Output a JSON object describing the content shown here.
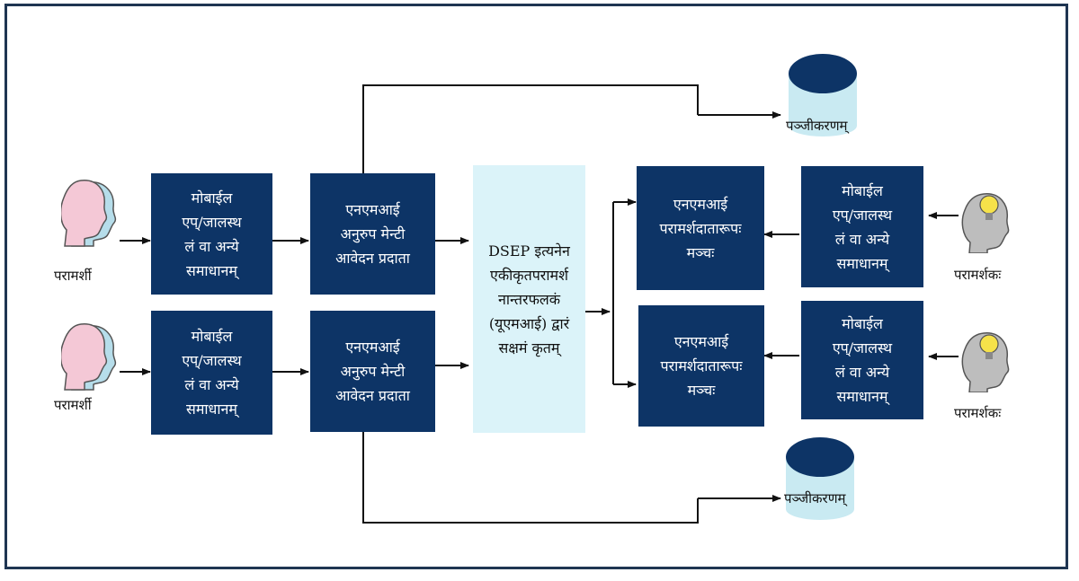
{
  "mentee_label": "परामर्शी",
  "mentor_label": "परामर्शकः",
  "registration_label": "पञ्जीकरणम्",
  "mobile_app_lines": [
    "मोबाईल",
    "एप्/जालस्थ",
    "लं वा अन्ये",
    "समाधानम्"
  ],
  "nmi_mentee_lines": [
    "एनएमआई",
    "अनुरुप मेन्टी",
    "आवेदन प्रदाता"
  ],
  "nmi_mentor_lines": [
    "एनएमआई",
    "परामर्शदातारूपः",
    "मञ्चः"
  ],
  "dsep_lines": [
    "DSEP इत्यनेन",
    "एकीकृतपरामर्श",
    "नान्तरफलकं",
    "(यूएमआई)",
    "द्वारं सक्षमं",
    "कृतम्"
  ],
  "colors": {
    "box_fill": "#0d3466",
    "ui_fill": "#dbf3f9",
    "db_fill": "#c9eaf2",
    "frame": "#1f3552"
  }
}
